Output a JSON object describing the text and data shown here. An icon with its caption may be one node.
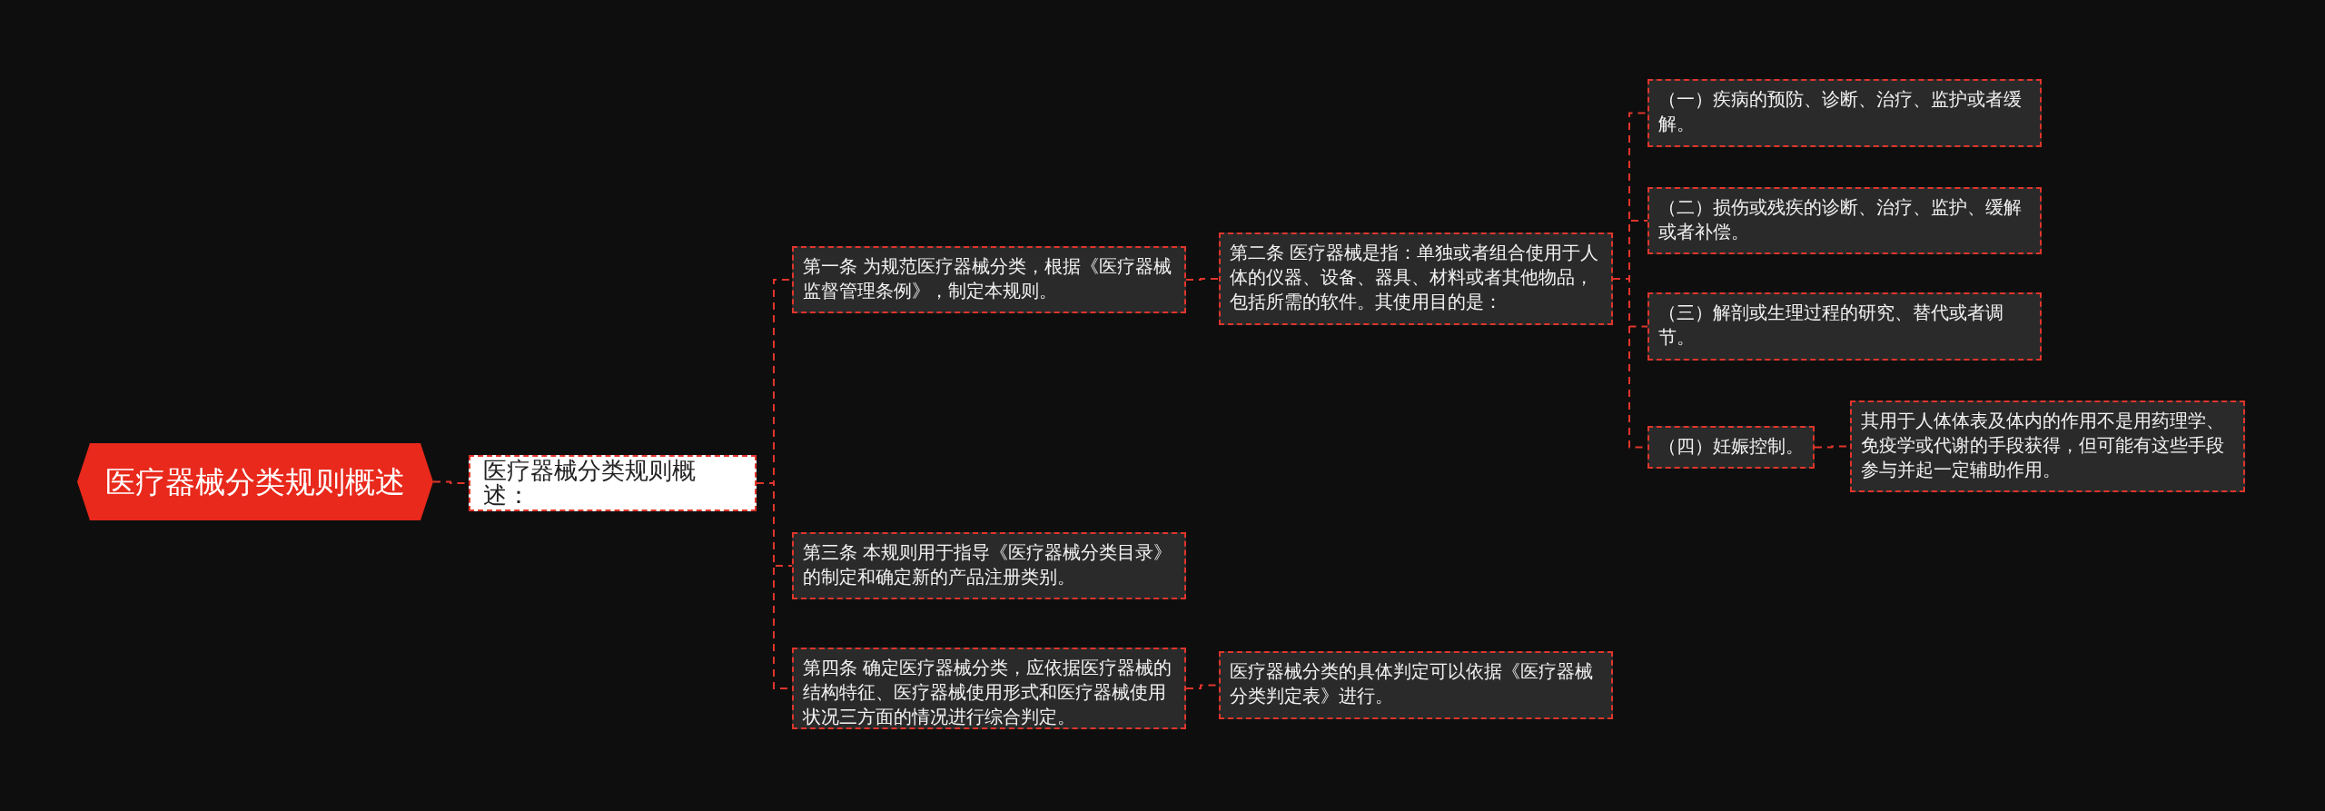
{
  "diagram": {
    "nodes": [
      {
        "text": [
          "医疗器械分类规则概述"
        ]
      },
      {
        "text": [
          "医疗器械分类规则概述："
        ]
      },
      {
        "text": [
          "第一条 为规范医疗器械分类，根据《医疗器械监督管理条例》，制定本规则。"
        ]
      },
      {
        "text": [
          "第二条 医疗器械是指：单独或者组合使用于人体的仪器、设备、器具、材料或者其他物品，包括所需的软件。其使用目的是："
        ]
      },
      {
        "text": [
          "（一）疾病的预防、诊断、治疗、监护或者缓解。"
        ]
      },
      {
        "text": [
          "（二）损伤或残疾的诊断、治疗、监护、缓解或者补偿。"
        ]
      },
      {
        "text": [
          "（三）解剖或生理过程的研究、替代或者调节。"
        ]
      },
      {
        "text": [
          "（四）妊娠控制。"
        ]
      },
      {
        "text": [
          "其用于人体体表及体内的作用不是用药理学、免疫学或代谢的手段获得，但可能有这些手段参与并起一定辅助作用。"
        ]
      },
      {
        "text": [
          "第三条 本规则用于指导《医疗器械分类目录》的制定和确定新的产品注册类别。"
        ]
      },
      {
        "text": [
          "第四条 确定医疗器械分类，应依据医疗器械的结构特征、医疗器械使用形式和医疗器械使用状况三方面的情况进行综合判定。"
        ]
      },
      {
        "text": [
          "医疗器械分类的具体判定可以依据《医疗器械分类判定表》进行。"
        ]
      }
    ],
    "edges": [
      {
        "from": 0,
        "to": 1,
        "arrow": "none"
      },
      {
        "from": 1,
        "to": 2,
        "arrow": "none"
      },
      {
        "from": 1,
        "to": 9,
        "arrow": "none"
      },
      {
        "from": 1,
        "to": 10,
        "arrow": "none"
      },
      {
        "from": 2,
        "to": 3,
        "arrow": "none"
      },
      {
        "from": 3,
        "to": 4,
        "arrow": "none"
      },
      {
        "from": 3,
        "to": 5,
        "arrow": "none"
      },
      {
        "from": 3,
        "to": 6,
        "arrow": "none"
      },
      {
        "from": 3,
        "to": 7,
        "arrow": "none"
      },
      {
        "from": 7,
        "to": 8,
        "arrow": "none"
      },
      {
        "from": 10,
        "to": 11,
        "arrow": "none"
      }
    ]
  }
}
